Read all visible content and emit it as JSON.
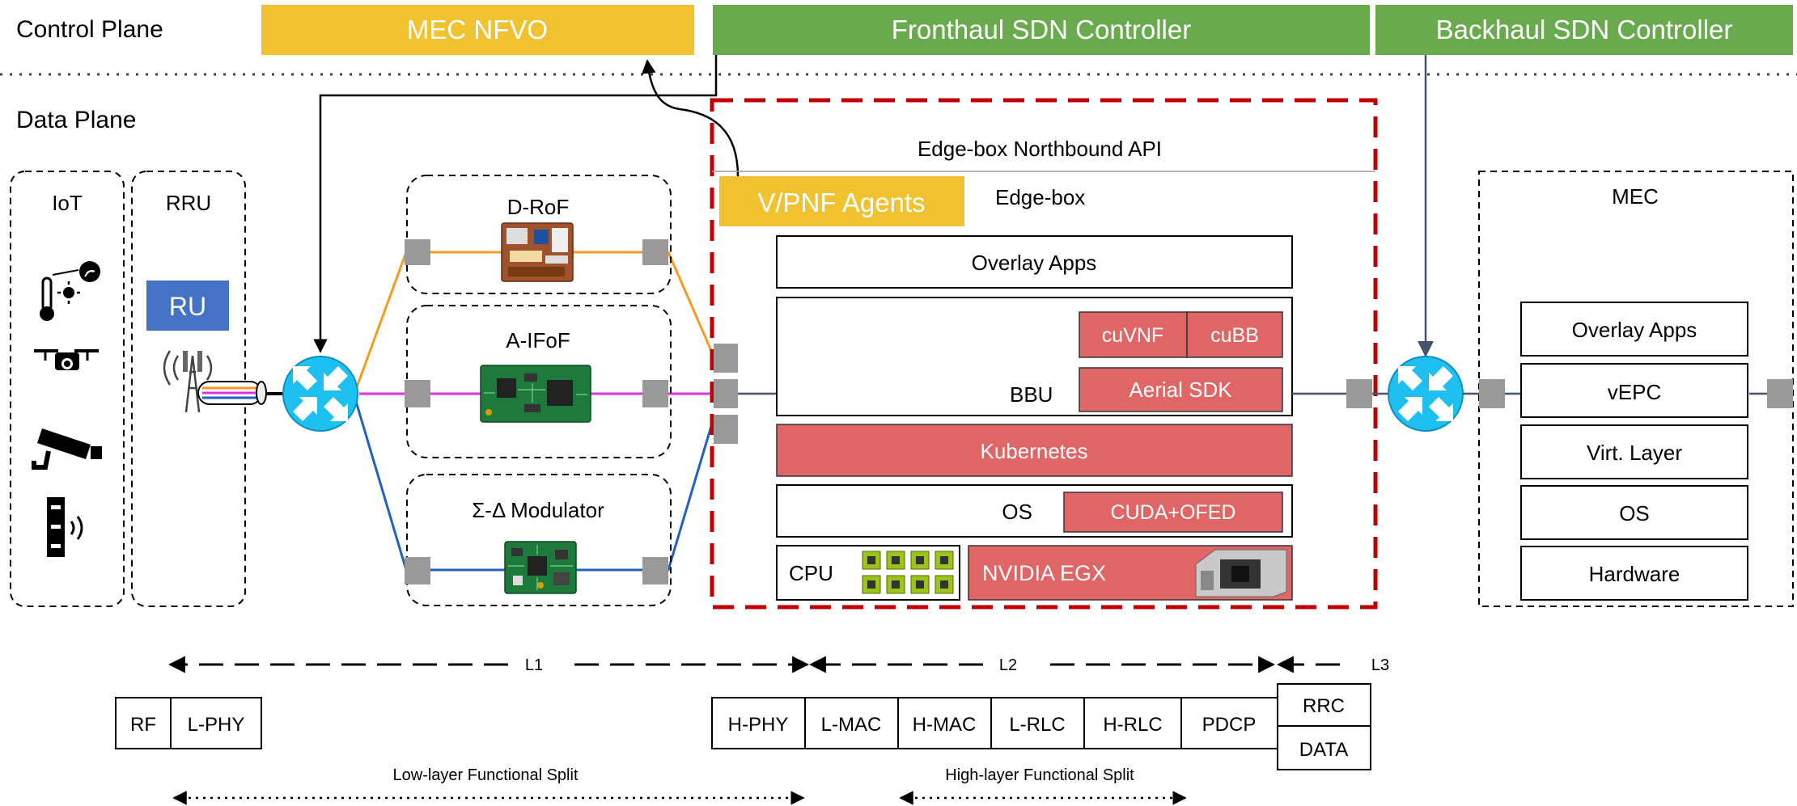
{
  "planes": {
    "control": "Control Plane",
    "data": "Data Plane"
  },
  "control": {
    "nfvo": "MEC NFVO",
    "fronthaul": "Fronthaul SDN Controller",
    "backhaul": "Backhaul SDN Controller"
  },
  "iot": {
    "title": "IoT",
    "icons": [
      "sensor-icon",
      "drone-icon",
      "camera-icon",
      "wireless-device-icon"
    ]
  },
  "rru": {
    "title": "RRU",
    "ru_label": "RU",
    "antenna_icon": "antenna-icon"
  },
  "fronthaul_links": {
    "droF": "D-RoF",
    "aifof": "A-IFoF",
    "sigma": "Σ-Δ Modulator",
    "board_icon": "circuit-board-icon"
  },
  "edge": {
    "api": "Edge-box Northbound API",
    "agents": "V/PNF Agents",
    "title": "Edge-box",
    "overlay": "Overlay Apps",
    "cuvnf": "cuVNF",
    "cubb": "cuBB",
    "bbu": "BBU",
    "aerial": "Aerial SDK",
    "k8s": "Kubernetes",
    "os": "OS",
    "cuda": "CUDA+OFED",
    "cpu": "CPU",
    "egx": "NVIDIA EGX",
    "cpu_icon": "cpu-chip-icon",
    "gpu_icon": "gpu-card-icon"
  },
  "mec": {
    "title": "MEC",
    "layers": [
      "Overlay Apps",
      "vEPC",
      "Virt. Layer",
      "OS",
      "Hardware"
    ]
  },
  "router_icon": "router-icon",
  "layers": {
    "l1": "L1",
    "l2": "L2",
    "l3": "L3"
  },
  "stack": {
    "rf": "RF",
    "lphy": "L-PHY",
    "hphy": "H-PHY",
    "lmac": "L-MAC",
    "hmac": "H-MAC",
    "lrlc": "L-RLC",
    "hrlc": "H-RLC",
    "pdcp": "PDCP",
    "rrc": "RRC",
    "data": "DATA"
  },
  "splits": {
    "low": "Low-layer Functional Split",
    "high": "High-layer Functional Split"
  },
  "colors": {
    "nfvo": "#F0C230",
    "sdn": "#6AAA4E",
    "red": "#E06666",
    "router": "#1EC0F0",
    "ru": "#4472C4",
    "orange_link": "#F59B23",
    "magenta_link": "#E030E0",
    "blue_link": "#2060C0",
    "dashed_red": "#C00000"
  }
}
